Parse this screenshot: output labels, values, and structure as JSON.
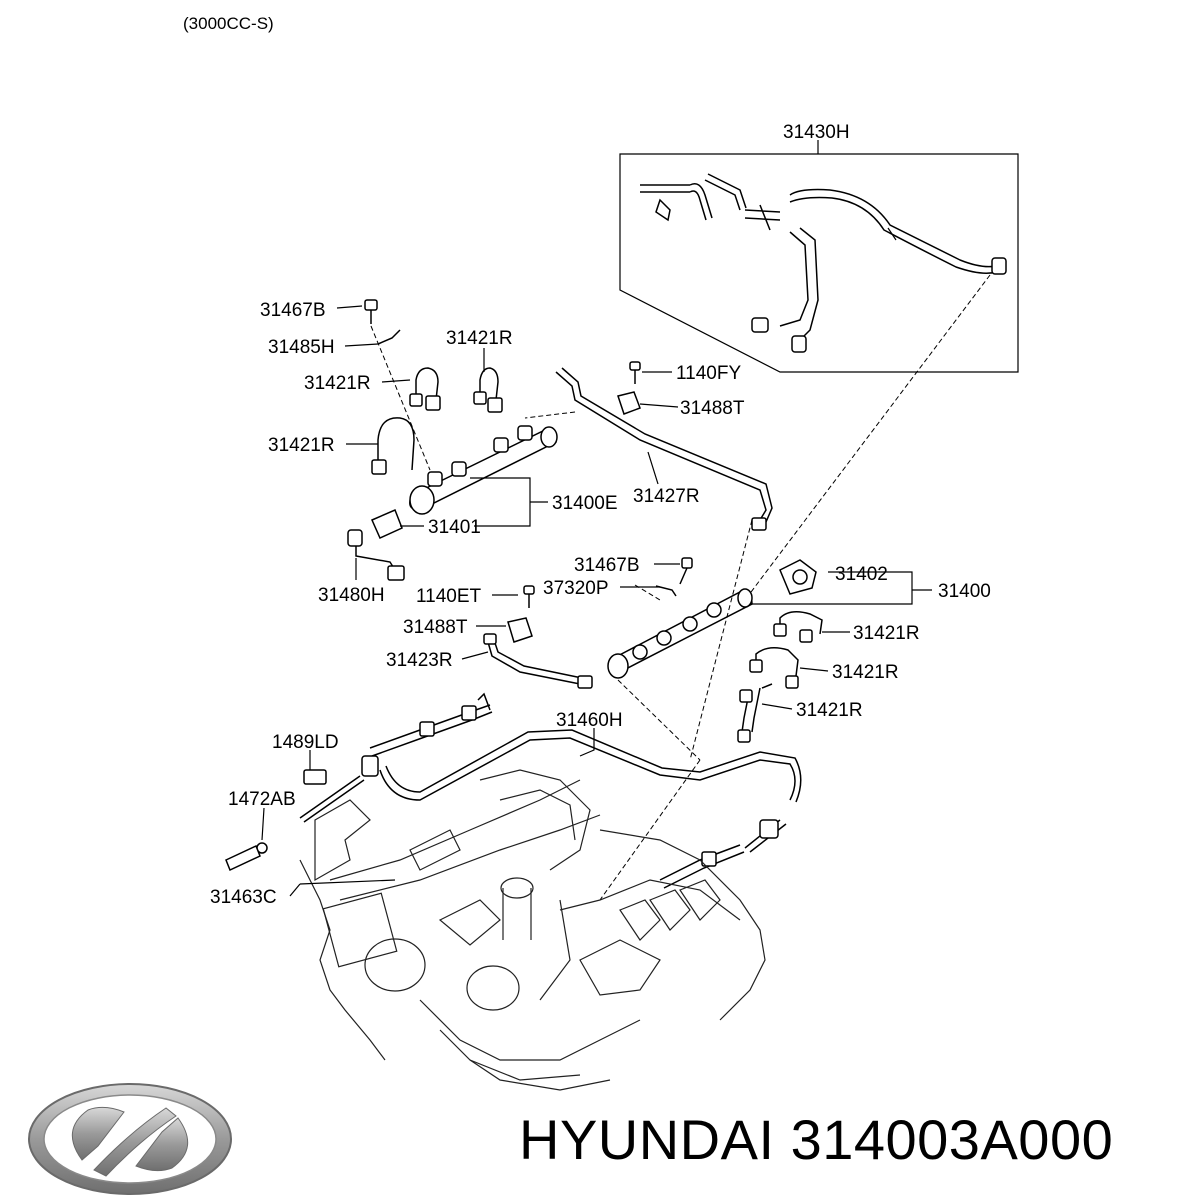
{
  "variant": "(3000CC-S)",
  "callouts": {
    "c31430H": "31430H",
    "c31467B_top": "31467B",
    "c31485H": "31485H",
    "c31421R_top": "31421R",
    "c31421R_a": "31421R",
    "c1140FY": "1140FY",
    "c31488T_top": "31488T",
    "c31421R_b": "31421R",
    "c31427R": "31427R",
    "c31400E": "31400E",
    "c31401": "31401",
    "c31480H": "31480H",
    "c31467B_mid": "31467B",
    "c37320P": "37320P",
    "c31402": "31402",
    "c31400": "31400",
    "c1140ET": "1140ET",
    "c31488T_mid": "31488T",
    "c31421R_c": "31421R",
    "c31423R": "31423R",
    "c31421R_d": "31421R",
    "c31421R_e": "31421R",
    "c31460H": "31460H",
    "c1489LD": "1489LD",
    "c1472AB": "1472AB",
    "c31463C": "31463C"
  },
  "caption": {
    "text": "HYUNDAI 314003A000"
  },
  "logo": {
    "name": "hyundai-logo",
    "color": "#9a9a9a"
  }
}
